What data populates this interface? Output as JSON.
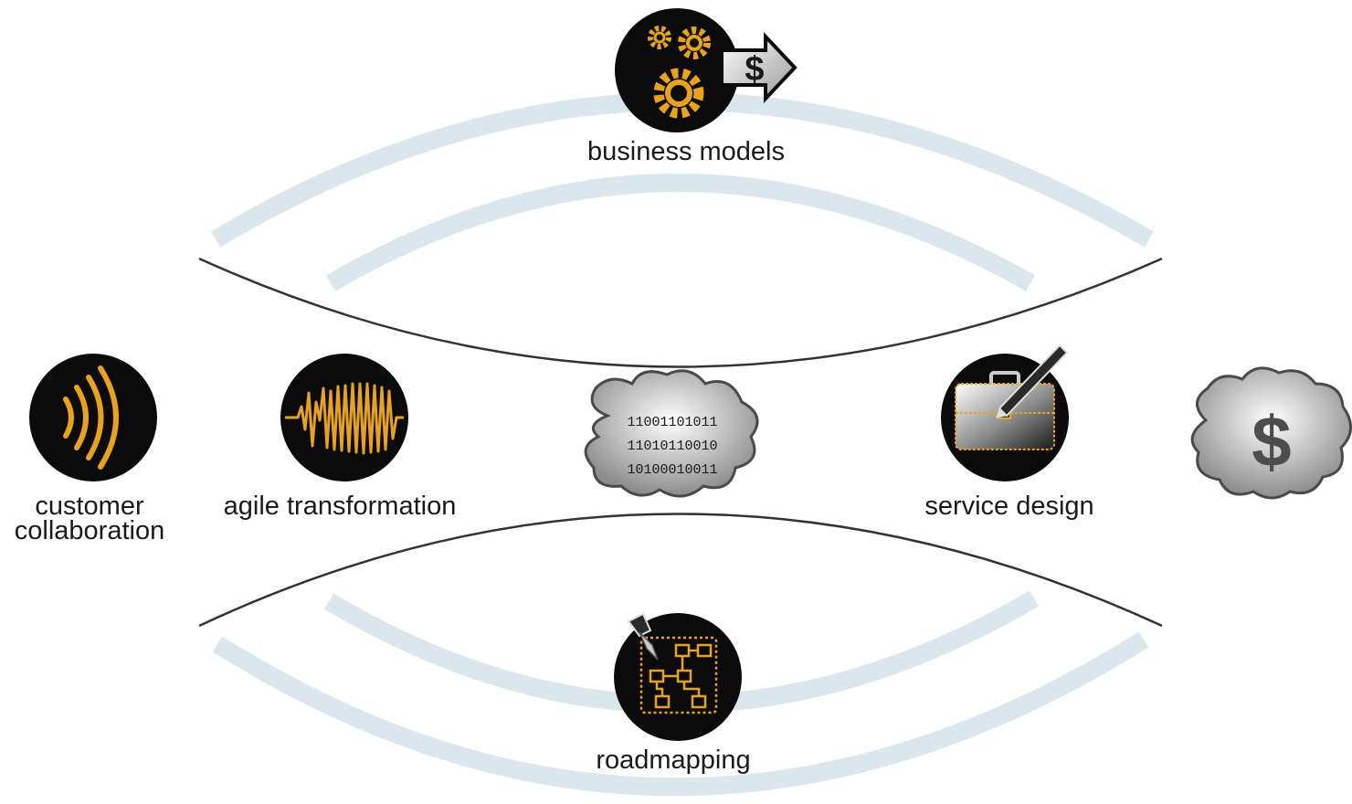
{
  "nodes": {
    "business_models": {
      "label": "business models"
    },
    "customer_collaboration": {
      "label": "customer\ncollaboration"
    },
    "agile_transformation": {
      "label": "agile transformation"
    },
    "service_design": {
      "label": "service design"
    },
    "roadmapping": {
      "label": "roadmapping"
    }
  },
  "binary_cloud": {
    "lines": [
      "11001101011",
      "11010110010",
      "10100010011"
    ]
  },
  "money_cloud": {
    "symbol": "$"
  },
  "business_models_arrow": {
    "symbol": "$"
  },
  "colors": {
    "accent": "#e8a317",
    "icon_bg": "#0b0b0b",
    "band": "#dbe7ee",
    "line": "#333333"
  },
  "icons": {
    "business_models": "gears-dollar-arrow-icon",
    "customer_collaboration": "signal-waves-icon",
    "agile_transformation": "waveform-icon",
    "service_design": "briefcase-pen-icon",
    "roadmapping": "pinned-flowchart-icon",
    "binary_cloud": "binary-cloud-icon",
    "money_cloud": "dollar-cloud-icon"
  }
}
